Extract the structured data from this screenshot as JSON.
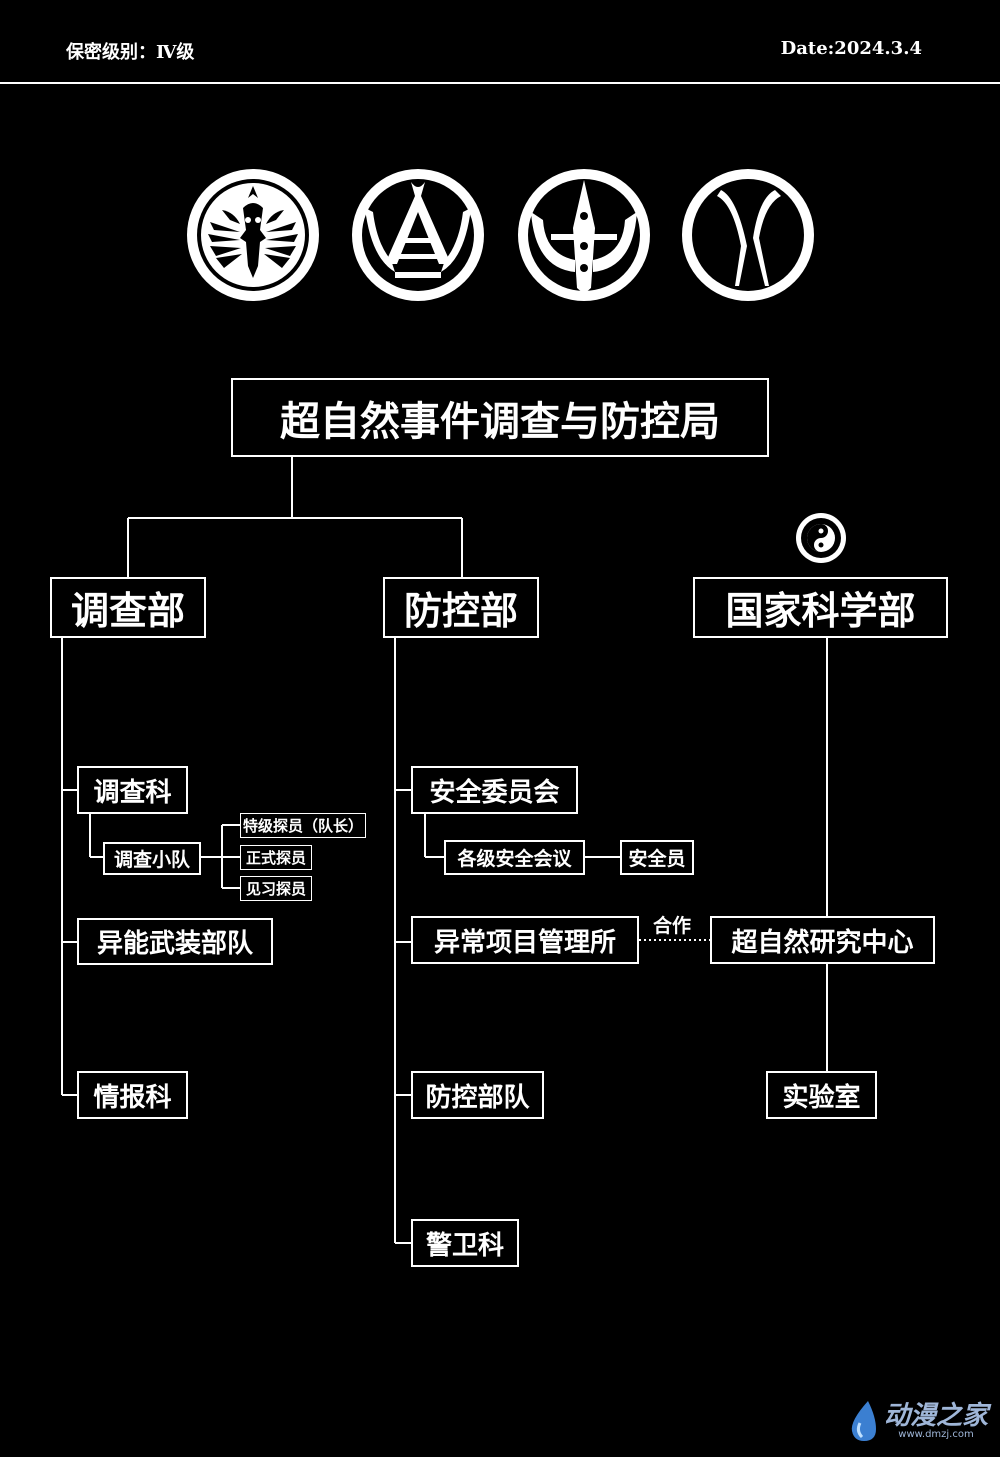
{
  "header": {
    "classification": "保密级别：Ⅳ级",
    "date": "Date:2024.3.4"
  },
  "emblems": [
    {
      "icon": "phoenix-emblem-icon"
    },
    {
      "icon": "gate-emblem-icon"
    },
    {
      "icon": "sword-emblem-icon"
    },
    {
      "icon": "arc-emblem-icon"
    }
  ],
  "org": {
    "root": "超自然事件调查与防控局",
    "dept_investigation": "调查部",
    "dept_prevention": "防控部",
    "dept_science": "国家科学部",
    "inv": {
      "section": "调查科",
      "squad": "调查小队",
      "ranks": [
        "特级探员（队长）",
        "正式探员",
        "见习探员"
      ],
      "armed": "异能武装部队",
      "intel": "情报科"
    },
    "prev": {
      "safety_committee": "安全委员会",
      "safety_meeting": "各级安全会议",
      "safety_officer": "安全员",
      "anomaly_office": "异常项目管理所",
      "troops": "防控部队",
      "guard": "警卫科"
    },
    "sci": {
      "research_center": "超自然研究中心",
      "lab": "实验室"
    },
    "cooperation": "合作"
  },
  "watermark": {
    "text": "动漫之家",
    "url": "www.dmzj.com"
  }
}
